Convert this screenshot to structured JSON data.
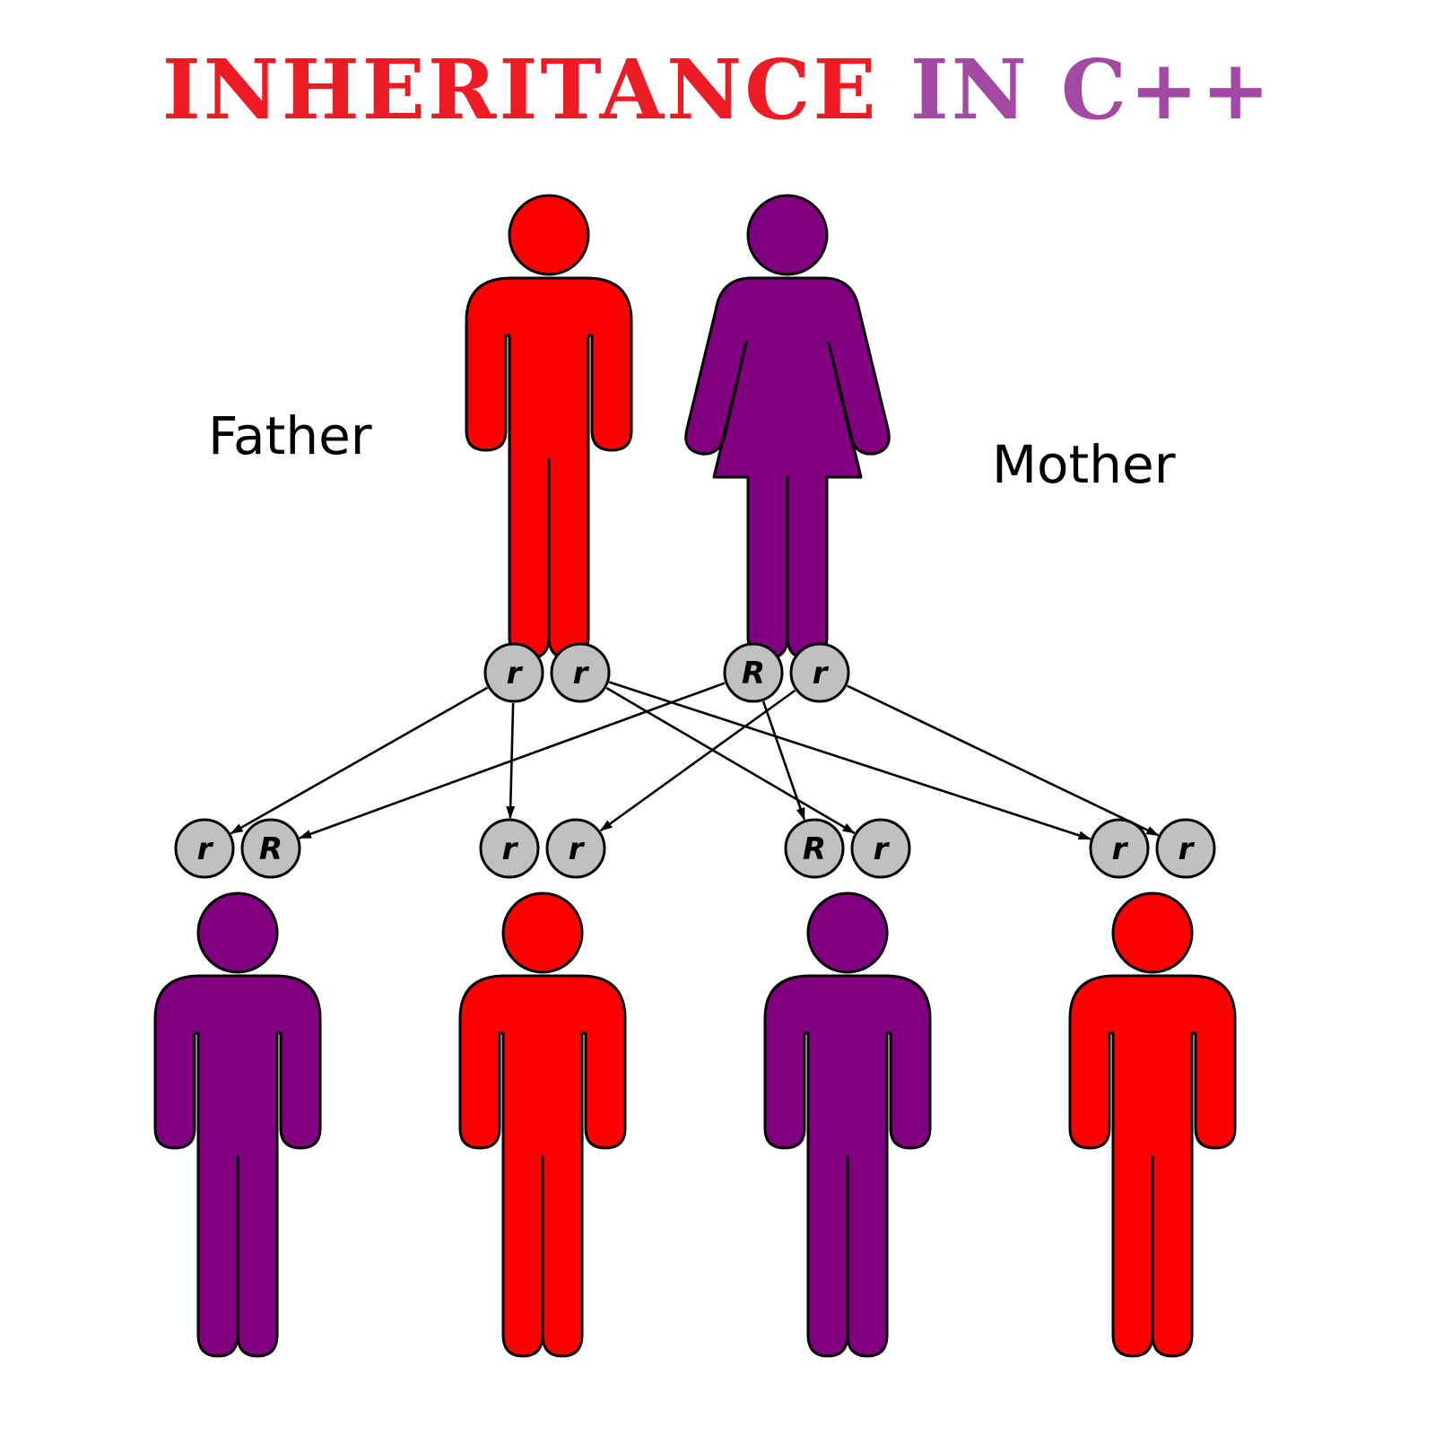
{
  "title": {
    "part1": "INHERITANCE",
    "part2": "IN C++",
    "part1_color": "#ed1c24",
    "part2_color": "#a349a4"
  },
  "colors": {
    "red": "#ff0000",
    "purple": "#800080",
    "allele_fill": "#c0c0c0"
  },
  "parents": [
    {
      "label": "Father",
      "gender": "male",
      "color": "red",
      "alleles": [
        "r",
        "r"
      ]
    },
    {
      "label": "Mother",
      "gender": "female",
      "color": "purple",
      "alleles": [
        "R",
        "r"
      ]
    }
  ],
  "children": [
    {
      "gender": "male",
      "color": "purple",
      "alleles": [
        "r",
        "R"
      ]
    },
    {
      "gender": "male",
      "color": "red",
      "alleles": [
        "r",
        "r"
      ]
    },
    {
      "gender": "male",
      "color": "purple",
      "alleles": [
        "R",
        "r"
      ]
    },
    {
      "gender": "male",
      "color": "red",
      "alleles": [
        "r",
        "r"
      ]
    }
  ],
  "inheritance_arrows": [
    {
      "from": "father-allele-1",
      "to": "child-1-allele-1"
    },
    {
      "from": "father-allele-1",
      "to": "child-2-allele-1"
    },
    {
      "from": "father-allele-2",
      "to": "child-3-allele-2"
    },
    {
      "from": "father-allele-2",
      "to": "child-4-allele-1"
    },
    {
      "from": "mother-allele-1",
      "to": "child-1-allele-2"
    },
    {
      "from": "mother-allele-1",
      "to": "child-3-allele-1"
    },
    {
      "from": "mother-allele-2",
      "to": "child-2-allele-2"
    },
    {
      "from": "mother-allele-2",
      "to": "child-4-allele-2"
    }
  ]
}
